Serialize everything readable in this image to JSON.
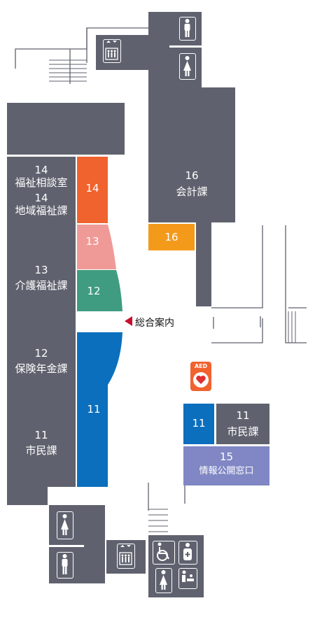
{
  "rooms": {
    "welfare": {
      "n1": "14",
      "l1": "福祉相談室",
      "n2": "14",
      "l2": "地域福祉課"
    },
    "care": {
      "n": "13",
      "l": "介護福祉課"
    },
    "pension": {
      "n": "12",
      "l": "保険年金課"
    },
    "citizen_left": {
      "n": "11",
      "l": "市民課"
    },
    "accounting": {
      "n": "16",
      "l": "会計課"
    },
    "citizen_right": {
      "n": "11",
      "l": "市民課"
    },
    "info": {
      "n": "15",
      "l": "情報公開窓口"
    }
  },
  "desks": {
    "d14": "14",
    "d13": "13",
    "d12": "12",
    "d11": "11",
    "d16": "16",
    "d11r": "11"
  },
  "info_desk": {
    "label": "総合案内"
  },
  "aed": {
    "label": "AED"
  },
  "colors": {
    "room_gray": "#5f626e",
    "desk14": "#f0622e",
    "desk13": "#f09a98",
    "desk12": "#3f9c80",
    "desk11": "#0b6fbd",
    "desk16": "#f39a1b",
    "info15": "#8087c4",
    "marker": "#c8102e"
  },
  "icons": [
    "elevator-icon",
    "male-restroom-icon",
    "female-restroom-icon",
    "wheelchair-icon",
    "ostomate-icon",
    "baby-changing-icon",
    "aed-icon",
    "stairs-icon"
  ]
}
